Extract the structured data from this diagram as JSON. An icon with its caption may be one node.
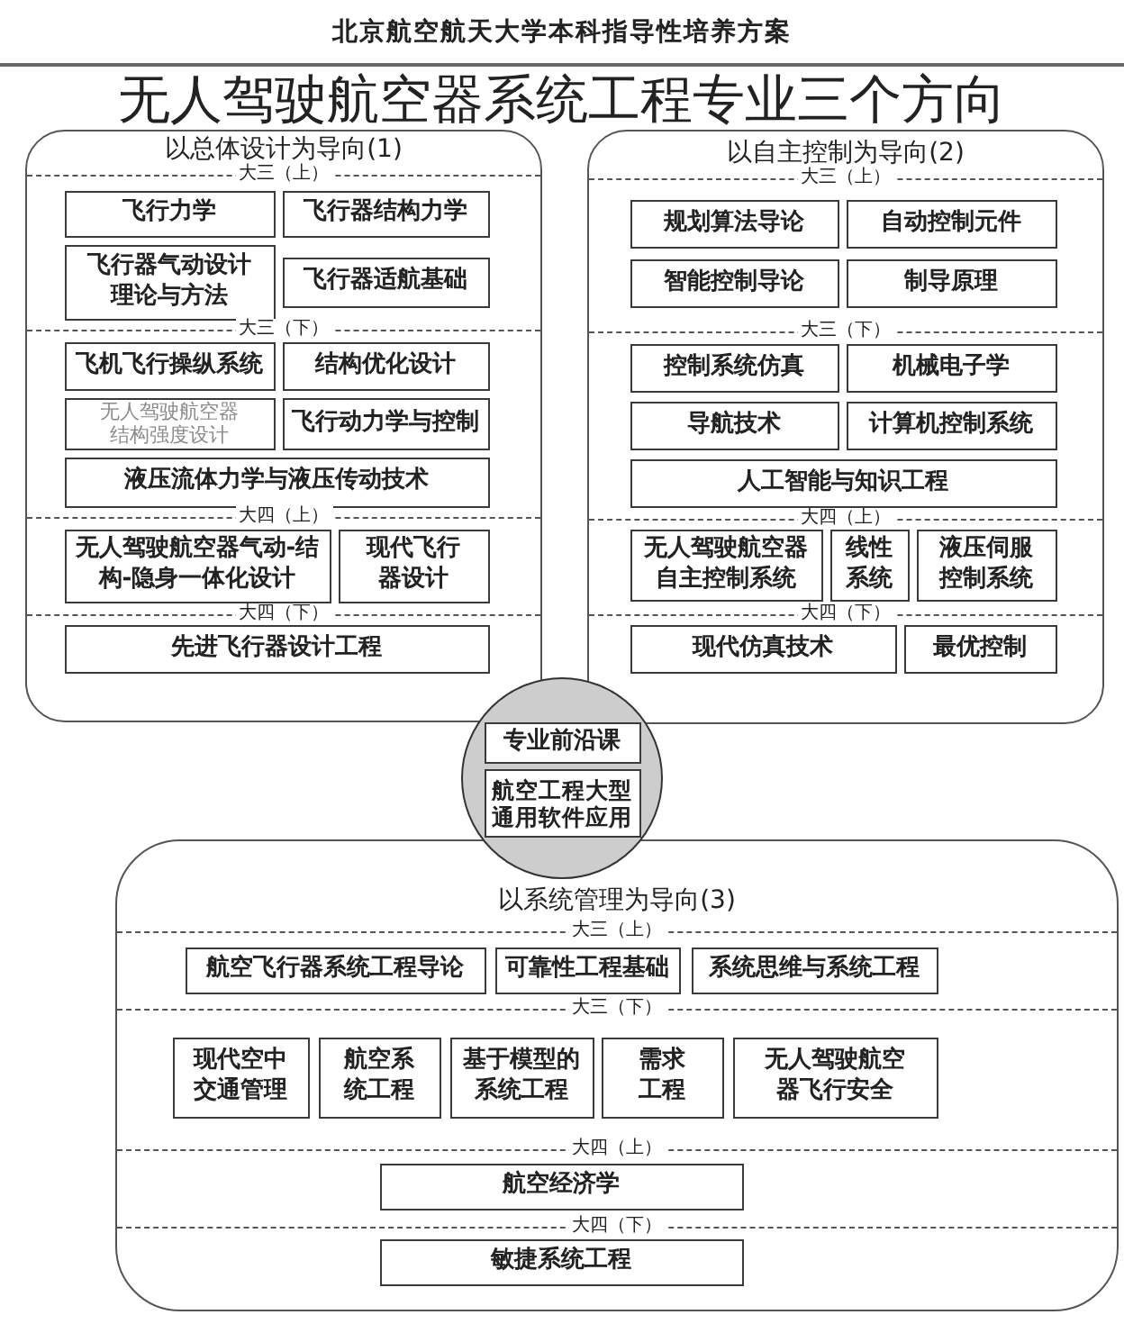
{
  "diagram": {
    "title": "无人驾驶航空器系统工程专业三个方向",
    "nodes": [
      {
        "text": [
          "以总体设计为导向(1)"
        ]
      },
      {
        "text": [
          "飞行力学"
        ],
        "in": 0
      },
      {
        "text": [
          "飞行器结构力学"
        ],
        "in": 0
      },
      {
        "text": [
          "飞行器气动设计理论与方法"
        ],
        "in": 0
      },
      {
        "text": [
          "飞行器适航基础"
        ],
        "in": 0
      },
      {
        "text": [
          "飞机飞行操纵系统"
        ],
        "in": 0
      },
      {
        "text": [
          "结构优化设计"
        ],
        "in": 0
      },
      {
        "text": [
          "无人驾驶航空器结构强度设计"
        ],
        "in": 0
      },
      {
        "text": [
          "飞行动力学与控制"
        ],
        "in": 0
      },
      {
        "text": [
          "液压流体力学与液压传动技术"
        ],
        "in": 0
      },
      {
        "text": [
          "无人驾驶航空器气动-结构-隐身一体化设计"
        ],
        "in": 0
      },
      {
        "text": [
          "现代飞行器设计"
        ],
        "in": 0
      },
      {
        "text": [
          "先进飞行器设计工程"
        ],
        "in": 0
      },
      {
        "text": [
          "以自主控制为导向(2)"
        ]
      },
      {
        "text": [
          "规划算法导论"
        ],
        "in": 13
      },
      {
        "text": [
          "自动控制元件"
        ],
        "in": 13
      },
      {
        "text": [
          "智能控制导论"
        ],
        "in": 13
      },
      {
        "text": [
          "制导原理"
        ],
        "in": 13
      },
      {
        "text": [
          "控制系统仿真"
        ],
        "in": 13
      },
      {
        "text": [
          "机械电子学"
        ],
        "in": 13
      },
      {
        "text": [
          "导航技术"
        ],
        "in": 13
      },
      {
        "text": [
          "计算机控制系统"
        ],
        "in": 13
      },
      {
        "text": [
          "人工智能与知识工程"
        ],
        "in": 13
      },
      {
        "text": [
          "无人驾驶航空器自主控制系统"
        ],
        "in": 13
      },
      {
        "text": [
          "线性系统"
        ],
        "in": 13
      },
      {
        "text": [
          "液压伺服控制系统"
        ],
        "in": 13
      },
      {
        "text": [
          "现代仿真技术"
        ],
        "in": 13
      },
      {
        "text": [
          "最优控制"
        ],
        "in": 13
      },
      {
        "text": [],
        "shape": "circle"
      },
      {
        "text": [
          "专业前沿课"
        ],
        "in": 28
      },
      {
        "text": [
          "航空工程大型通用软件应用"
        ],
        "in": 28
      },
      {
        "text": [
          "以系统管理为导向(3)"
        ]
      },
      {
        "text": [
          "航空飞行器系统工程导论"
        ],
        "in": 31
      },
      {
        "text": [
          "可靠性工程基础"
        ],
        "in": 31
      },
      {
        "text": [
          "系统思维与系统工程"
        ],
        "in": 31
      },
      {
        "text": [
          "现代空中交通管理"
        ],
        "in": 31
      },
      {
        "text": [
          "航空系统工程"
        ],
        "in": 31
      },
      {
        "text": [
          "基于模型的系统工程"
        ],
        "in": 31
      },
      {
        "text": [
          "需求工程"
        ],
        "in": 31
      },
      {
        "text": [
          "无人驾驶航空器飞行安全"
        ],
        "in": 31
      },
      {
        "text": [
          "航空经济学"
        ],
        "in": 31
      },
      {
        "text": [
          "敏捷系统工程"
        ],
        "in": 31
      }
    ],
    "labels": [
      "北京航空航天大学本科指导性培养方案",
      "大三（上）",
      "大三（下）",
      "大四（上）",
      "大四（下）",
      "大三（上）",
      "大三（下）",
      "大四（上）",
      "大四（下）",
      "大三（上）",
      "大三（下）",
      "大四（上）",
      "大四（下）"
    ]
  }
}
